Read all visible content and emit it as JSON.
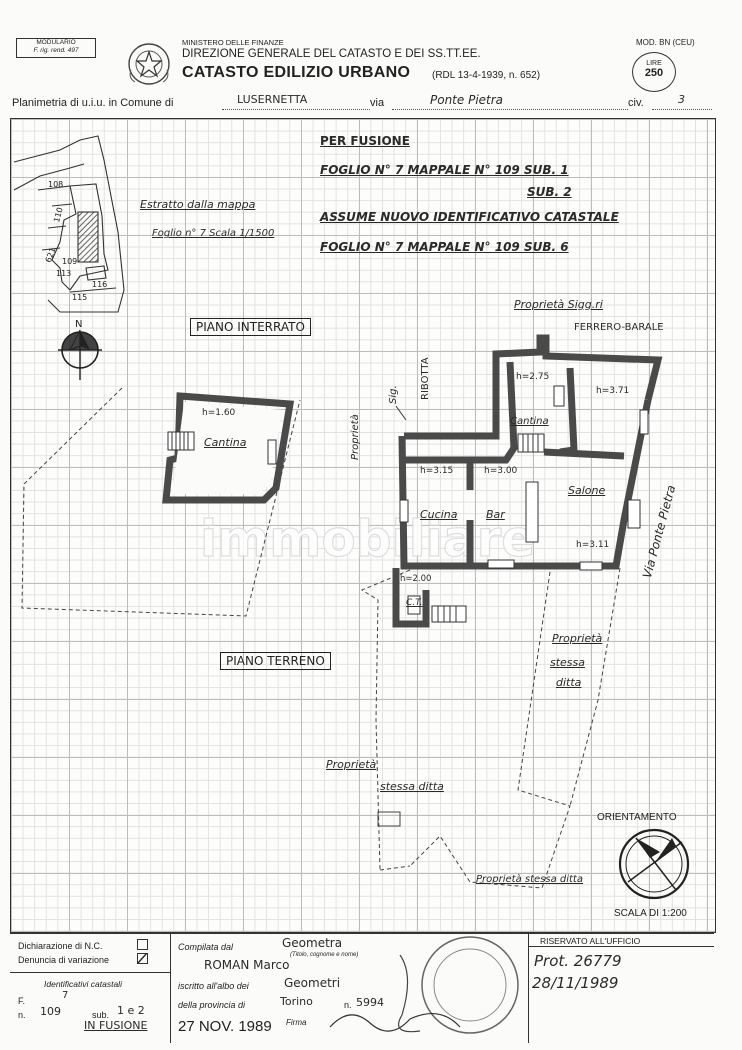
{
  "header": {
    "modulario_line1": "MODULARIO",
    "modulario_line2": "F. rig. rend. 497",
    "ministry": "MINISTERO DELLE FINANZE",
    "direction": "DIREZIONE GENERALE DEL CATASTO E DEI SS.TT.EE.",
    "catasto": "CATASTO EDILIZIO URBANO",
    "law": "(RDL 13-4-1939, n. 652)",
    "model": "MOD. BN (CEU)",
    "lire_label": "LIRE",
    "lire_value": "250"
  },
  "planline": {
    "prefix": "Planimetria di u.i.u. in Comune di",
    "comune": "LUSERNETTA",
    "via_label": "via",
    "via_value": "Ponte Pietra",
    "civ_label": "civ.",
    "civ_value": "3"
  },
  "plan": {
    "fusion_title": "PER FUSIONE",
    "foglio_line1": "FOGLIO N° 7 MAPPALE N° 109 SUB. 1",
    "sub2": "SUB. 2",
    "assume": "ASSUME NUOVO IDENTIFICATIVO CATASTALE",
    "foglio_line2": "FOGLIO N° 7 MAPPALE N° 109 SUB. 6",
    "estratto": "Estratto dalla mappa",
    "foglio_scala": "Foglio n° 7 Scala 1/1500",
    "piano_interrato": "PIANO INTERRATO",
    "piano_terreno": "PIANO TERRENO",
    "north": "N",
    "prop_sig_1": "Proprietà Sigg.ri",
    "prop_sig_2": "FERRERO-BARALE",
    "prop_sig_v1": "Proprietà",
    "prop_sig_v2": "Sig.",
    "prop_sig_v3": "RIBOTTA",
    "h_160": "h=1.60",
    "cantina_left": "Cantina",
    "h_275": "h=2.75",
    "cantina_right": "Cantina",
    "h_371": "h=3.71",
    "h_315": "h=3.15",
    "h_300": "h=3.00",
    "salone": "Salone",
    "cucina": "Cucina",
    "bar": "Bar",
    "h_311": "h=3.11",
    "h_200": "h=2.00",
    "ct": "C.T.",
    "via_ponte_pietra": "Via Ponte Pietra",
    "prop_stessa_1": "Proprietà",
    "prop_stessa_2": "stessa",
    "prop_stessa_3": "ditta",
    "prop_stessa_b1": "Proprietà",
    "prop_stessa_b2": "stessa ditta",
    "prop_stessa_c": "Proprietà stessa ditta",
    "orientamento": "ORIENTAMENTO",
    "scala": "SCALA DI 1:200",
    "map_numbers": [
      "108",
      "110",
      "621",
      "109",
      "113",
      "115",
      "116"
    ],
    "watermark": "immobiliare"
  },
  "footer": {
    "dichiarazione": "Dichiarazione di N.C.",
    "denuncia": "Denuncia di variazione",
    "identificativi": "Identificativi catastali",
    "f_label": "F.",
    "f_value": "7",
    "n_label": "n.",
    "n_value": "109",
    "sub_label": "sub.",
    "sub_value": "1 e 2",
    "in_fusione": "IN FUSIONE",
    "compilata": "Compilata dal",
    "compilata_value": "Geometra",
    "titolo_note": "(Titolo, cognome e nome)",
    "name": "ROMAN Marco",
    "iscritto": "iscritto all'albo dei",
    "albo_value": "Geometri",
    "provincia": "della provincia di",
    "provincia_value": "Torino",
    "n_iscr_label": "n.",
    "n_iscr_value": "5994",
    "date": "27 NOV. 1989",
    "firma": "Firma",
    "riservato": "RISERVATO ALL'UFFICIO",
    "prot": "Prot. 26779",
    "prot_date": "28/11/1989"
  }
}
